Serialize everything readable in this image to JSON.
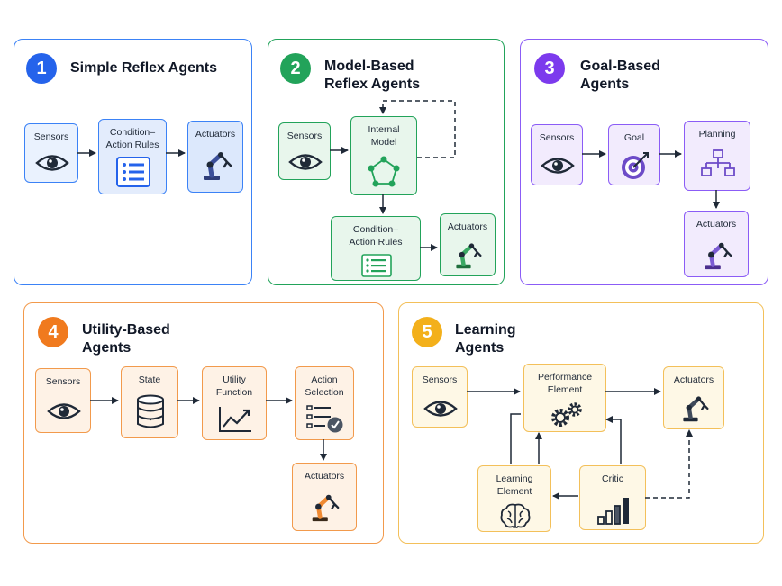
{
  "colors": {
    "blue": "#2563eb",
    "green": "#22a35a",
    "purple": "#7c3aed",
    "orange": "#f07a1e",
    "yellow": "#f3b01b"
  },
  "panels": [
    {
      "number": "1",
      "title_line1": "Simple Reflex Agents",
      "title_line2": "",
      "nodes": {
        "sensors": "Sensors",
        "rules_line1": "Condition–",
        "rules_line2": "Action Rules",
        "actuators": "Actuators"
      }
    },
    {
      "number": "2",
      "title_line1": "Model-Based",
      "title_line2": "Reflex Agents",
      "nodes": {
        "sensors": "Sensors",
        "model_line1": "Internal",
        "model_line2": "Model",
        "rules_line1": "Condition–",
        "rules_line2": "Action Rules",
        "actuators": "Actuators"
      }
    },
    {
      "number": "3",
      "title_line1": "Goal-Based",
      "title_line2": "Agents",
      "nodes": {
        "sensors": "Sensors",
        "goal": "Goal",
        "planning": "Planning",
        "actuators": "Actuators"
      }
    },
    {
      "number": "4",
      "title_line1": "Utility-Based",
      "title_line2": "Agents",
      "nodes": {
        "sensors": "Sensors",
        "state": "State",
        "utility_line1": "Utility",
        "utility_line2": "Function",
        "action_line1": "Action",
        "action_line2": "Selection",
        "actuators": "Actuators"
      }
    },
    {
      "number": "5",
      "title_line1": "Learning",
      "title_line2": "Agents",
      "nodes": {
        "sensors": "Sensors",
        "perf_line1": "Performance",
        "perf_line2": "Element",
        "actuators": "Actuators",
        "learning_line1": "Learning",
        "learning_line2": "Element",
        "critic": "Critic"
      }
    }
  ]
}
